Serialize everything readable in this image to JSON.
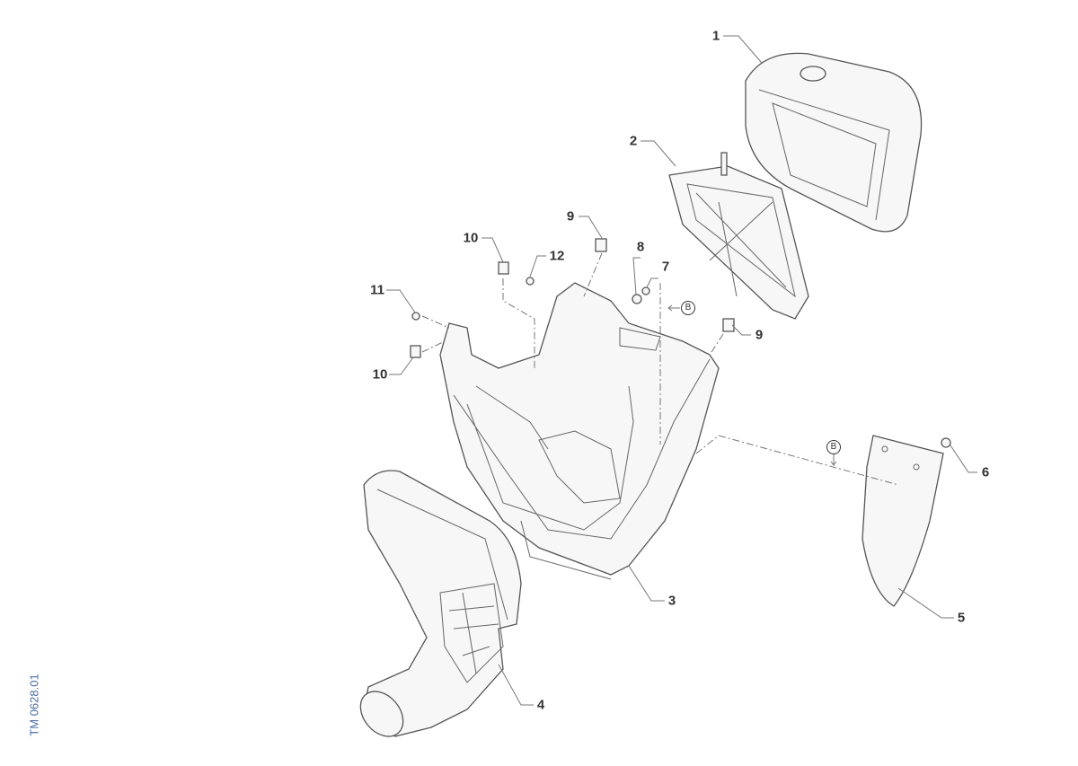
{
  "drawing_id": "TM 0628.01",
  "callouts": {
    "c1": "1",
    "c2": "2",
    "c3": "3",
    "c4": "4",
    "c5": "5",
    "c6": "6",
    "c7": "7",
    "c8": "8",
    "c9a": "9",
    "c9b": "9",
    "c10a": "10",
    "c10b": "10",
    "c11": "11",
    "c12": "12"
  },
  "references": {
    "ref_b1": "B",
    "ref_b2": "B"
  }
}
